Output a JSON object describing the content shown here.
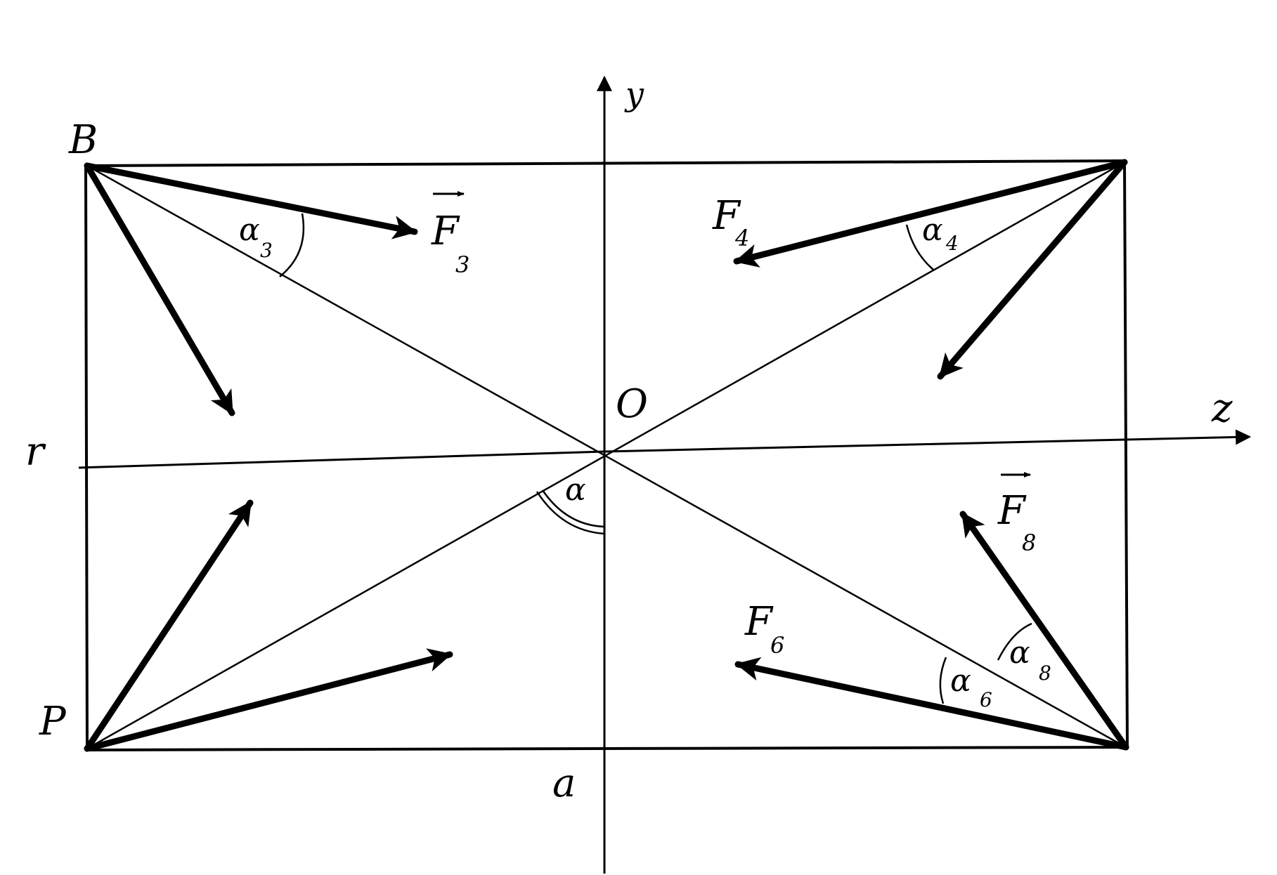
{
  "labels": {
    "B": "B",
    "P": "P",
    "r": "r",
    "a": "a",
    "O": "O",
    "y": "y",
    "z": "z"
  },
  "forces": {
    "F3": {
      "symbol": "F",
      "subscript": "3"
    },
    "F4": {
      "symbol": "F",
      "subscript": "4"
    },
    "F6": {
      "symbol": "F",
      "subscript": "6"
    },
    "F8": {
      "symbol": "F",
      "subscript": "8"
    }
  },
  "angles": {
    "alpha": "α",
    "alpha3": {
      "symbol": "α",
      "subscript": "3"
    },
    "alpha4": {
      "symbol": "α",
      "subscript": "4"
    },
    "alpha6": {
      "symbol": "α",
      "subscript": "6"
    },
    "alpha8": {
      "symbol": "α",
      "subscript": "8"
    }
  },
  "colors": {
    "ink": "#000000",
    "background": "#ffffff"
  }
}
